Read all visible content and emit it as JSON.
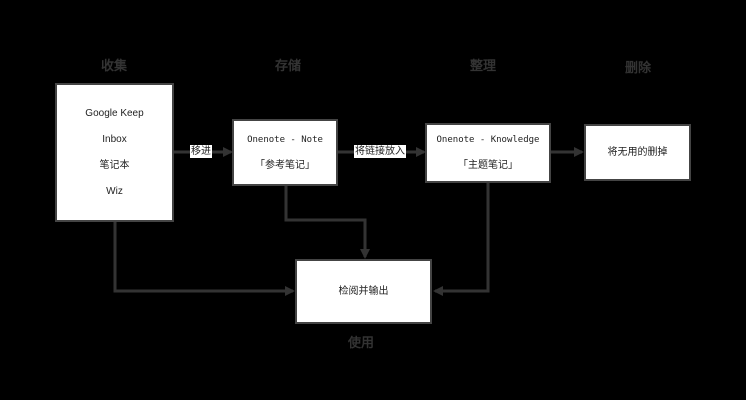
{
  "colors": {
    "background": "#000000",
    "box_fill": "#ffffff",
    "box_border": "#444444",
    "edge": "#333333",
    "heading_text": "#333333"
  },
  "headings": {
    "collect": "收集",
    "store": "存储",
    "organize": "整理",
    "delete": "删除",
    "use": "使用"
  },
  "boxes": {
    "sources": {
      "lines": [
        "Google Keep",
        "Inbox",
        "笔记本",
        "Wiz"
      ]
    },
    "note": {
      "lines": [
        "Onenote - Note",
        "「参考笔记」"
      ]
    },
    "knowledge": {
      "lines": [
        "Onenote - Knowledge",
        "「主题笔记」"
      ]
    },
    "delete": {
      "label": "将无用的删掉"
    },
    "review": {
      "label": "检阅并输出"
    }
  },
  "edges": {
    "move_in": "移进",
    "link_in": "将链接放入"
  }
}
